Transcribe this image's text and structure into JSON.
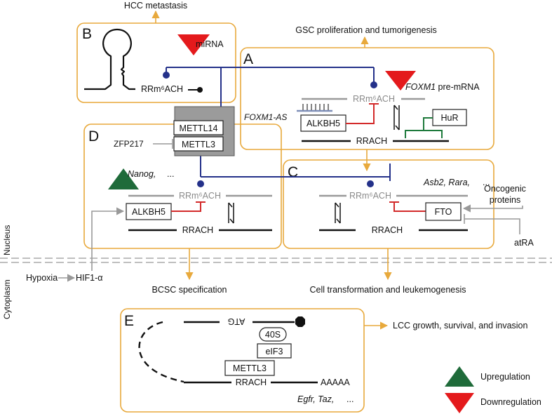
{
  "colors": {
    "panel_border": "#e8a93c",
    "blue_link": "#24318a",
    "red_reader": "#d32a2a",
    "green_hur": "#1e7a3c",
    "grey_strand": "#9a9a9a",
    "up_triangle": "#1f6b3a",
    "down_triangle": "#e41a1c"
  },
  "panels": {
    "A": {
      "letter": "A",
      "outcome": "GSC proliferation and tumorigenesis",
      "target": "FOXM1",
      "target_suffix": " pre-mRNA",
      "antisense": "FOXM1-AS",
      "eraser": "ALKBH5",
      "reader": "HuR",
      "methylated_motif": "RRm⁶ACH",
      "motif": "RRACH"
    },
    "B": {
      "letter": "B",
      "outcome": "HCC metastasis",
      "target": "miRNA",
      "methylated_motif": "RRm⁶ACH"
    },
    "C": {
      "letter": "C",
      "outcome": "Cell transformation and leukemogenesis",
      "targets": "Asb2, Rara,",
      "ellipsis": "...",
      "eraser": "FTO",
      "activator": "Oncogenic proteins",
      "inhibitor": "atRA",
      "methylated_motif": "RRm⁶ACH",
      "motif": "RRACH"
    },
    "D": {
      "letter": "D",
      "outcome": "BCSC specification",
      "targets": "Nanog,",
      "ellipsis": "...",
      "eraser": "ALKBH5",
      "inhibitor": "ZFP217",
      "stimulus": "Hypoxia",
      "mediator": "HIF1-α",
      "methylated_motif": "RRm⁶ACH",
      "motif": "RRACH"
    },
    "E": {
      "letter": "E",
      "outcome": "LCC growth, survival, and invasion",
      "start_codon": "ATG",
      "ribosome": "40S",
      "factor": "eIF3",
      "writer": "METTL3",
      "motif": "RRACH",
      "polya": "AAAAA",
      "targets": "Egfr, Taz,",
      "ellipsis": "..."
    }
  },
  "writer_complex": {
    "top": "METTL14",
    "bottom": "METTL3"
  },
  "compartments": {
    "nucleus": "Nucleus",
    "cytoplasm": "Cytoplasm"
  },
  "legend": {
    "up": "Upregulation",
    "down": "Downregulation"
  }
}
